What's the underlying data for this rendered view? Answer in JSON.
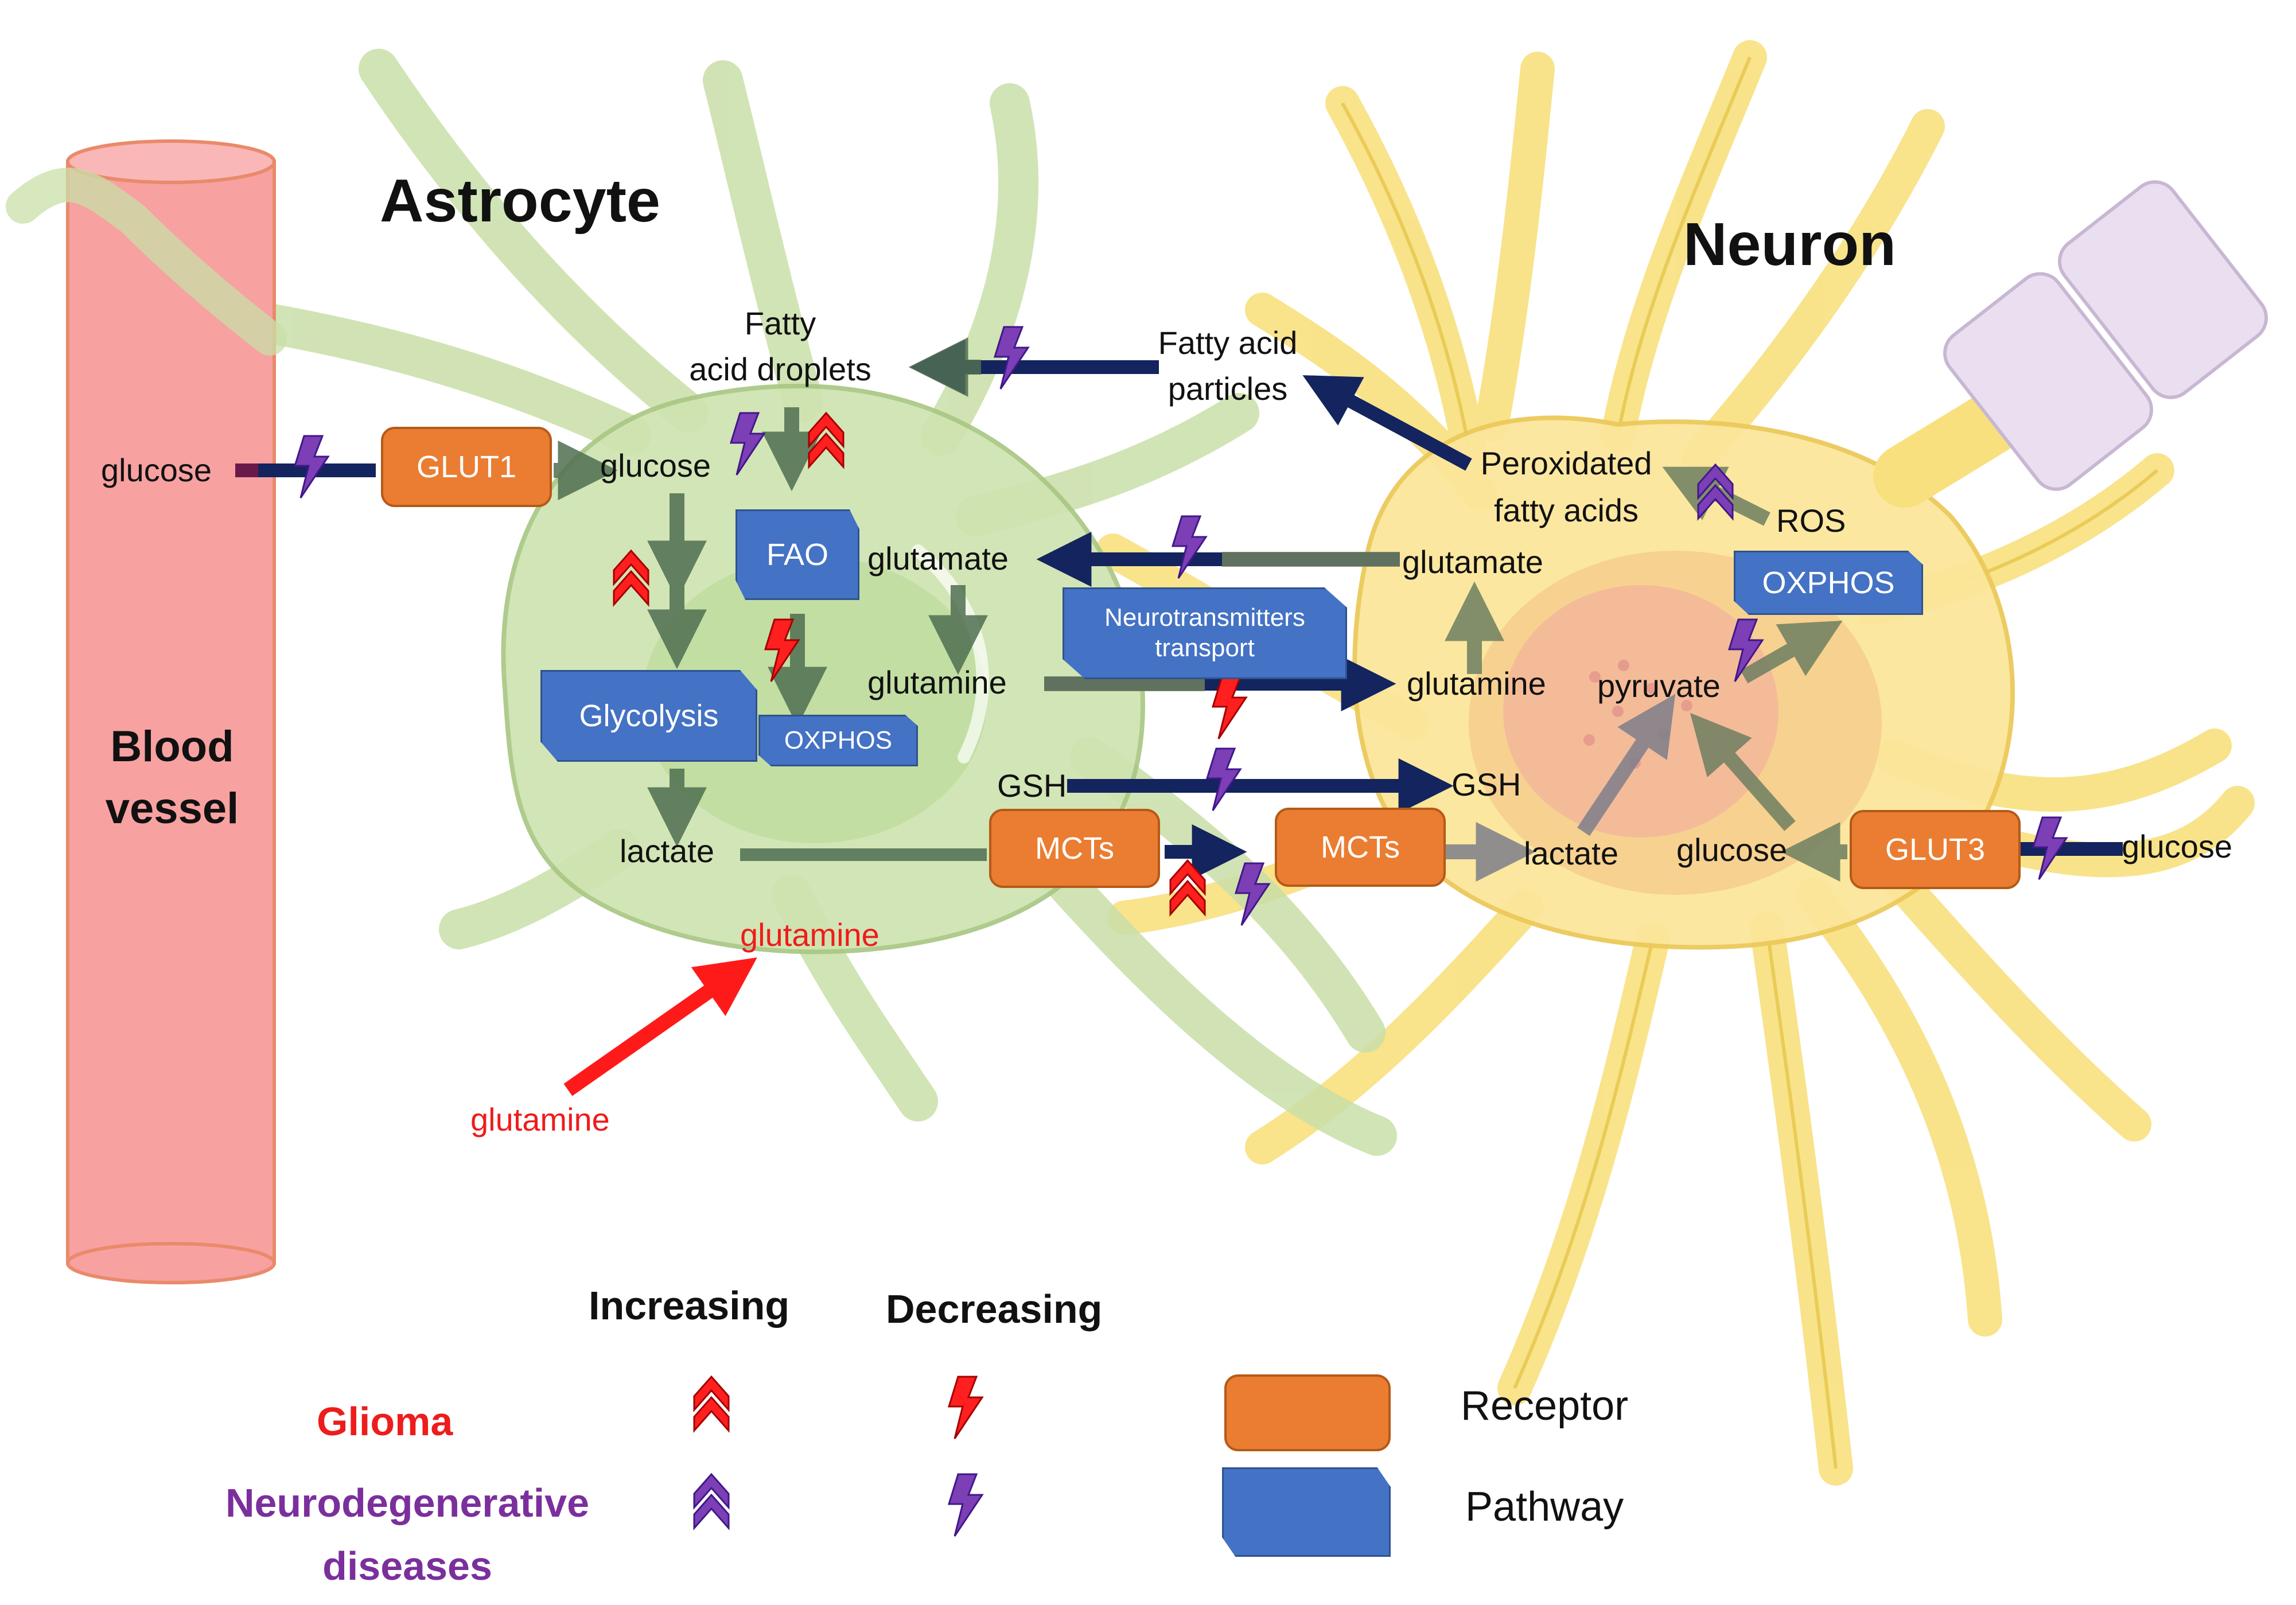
{
  "titles": {
    "astrocyte": "Astrocyte",
    "neuron": "Neuron",
    "blood_vessel_line1": "Blood",
    "blood_vessel_line2": "vessel"
  },
  "astrocyte_labels": {
    "glucose_outside": "glucose",
    "glucose_inside": "glucose",
    "fatty_acid_droplets_line1": "Fatty",
    "fatty_acid_droplets_line2": "acid droplets",
    "glutamate": "glutamate",
    "glutamine": "glutamine",
    "gsh": "GSH",
    "lactate": "lactate",
    "glutamine_red_inside": "glutamine",
    "glutamine_red_outside": "glutamine"
  },
  "neuron_labels": {
    "fatty_acid_particles_line1": "Fatty acid",
    "fatty_acid_particles_line2": "particles",
    "peroxidated_line1": "Peroxidated",
    "peroxidated_line2": "fatty acids",
    "ros": "ROS",
    "glutamate": "glutamate",
    "glutamine": "glutamine",
    "pyruvate": "pyruvate",
    "gsh": "GSH",
    "lactate": "lactate",
    "glucose": "glucose",
    "glucose_outside": "glucose"
  },
  "receptors": {
    "glut1": "GLUT1",
    "mcts_astrocyte": "MCTs",
    "mcts_neuron": "MCTs",
    "glut3": "GLUT3"
  },
  "pathways": {
    "fao": "FAO",
    "glycolysis": "Glycolysis",
    "oxphos_astrocyte": "OXPHOS",
    "neurotransmitters_line1": "Neurotransmitters",
    "neurotransmitters_line2": "transport",
    "oxphos_neuron": "OXPHOS"
  },
  "legend": {
    "increasing": "Increasing",
    "decreasing": "Decreasing",
    "glioma": "Glioma",
    "neuro_line1": "Neurodegenerative",
    "neuro_line2": "diseases",
    "receptor": "Receptor",
    "pathway": "Pathway"
  },
  "colors": {
    "glioma": "#ee1c1c",
    "neurodegenerative": "#7b2f9c",
    "receptor": "#ea7d32",
    "pathway": "#4472c4",
    "astrocyte_body": "#cfe3b0",
    "neuron_body": "#fbe69a",
    "blood_vessel": "#f7a1a1",
    "transport_arrow": "#13245e",
    "internal_arrow": "#5d7a5e"
  },
  "icons": {
    "increase": "double-chevron-up-icon",
    "decrease": "lightning-bolt-icon"
  }
}
